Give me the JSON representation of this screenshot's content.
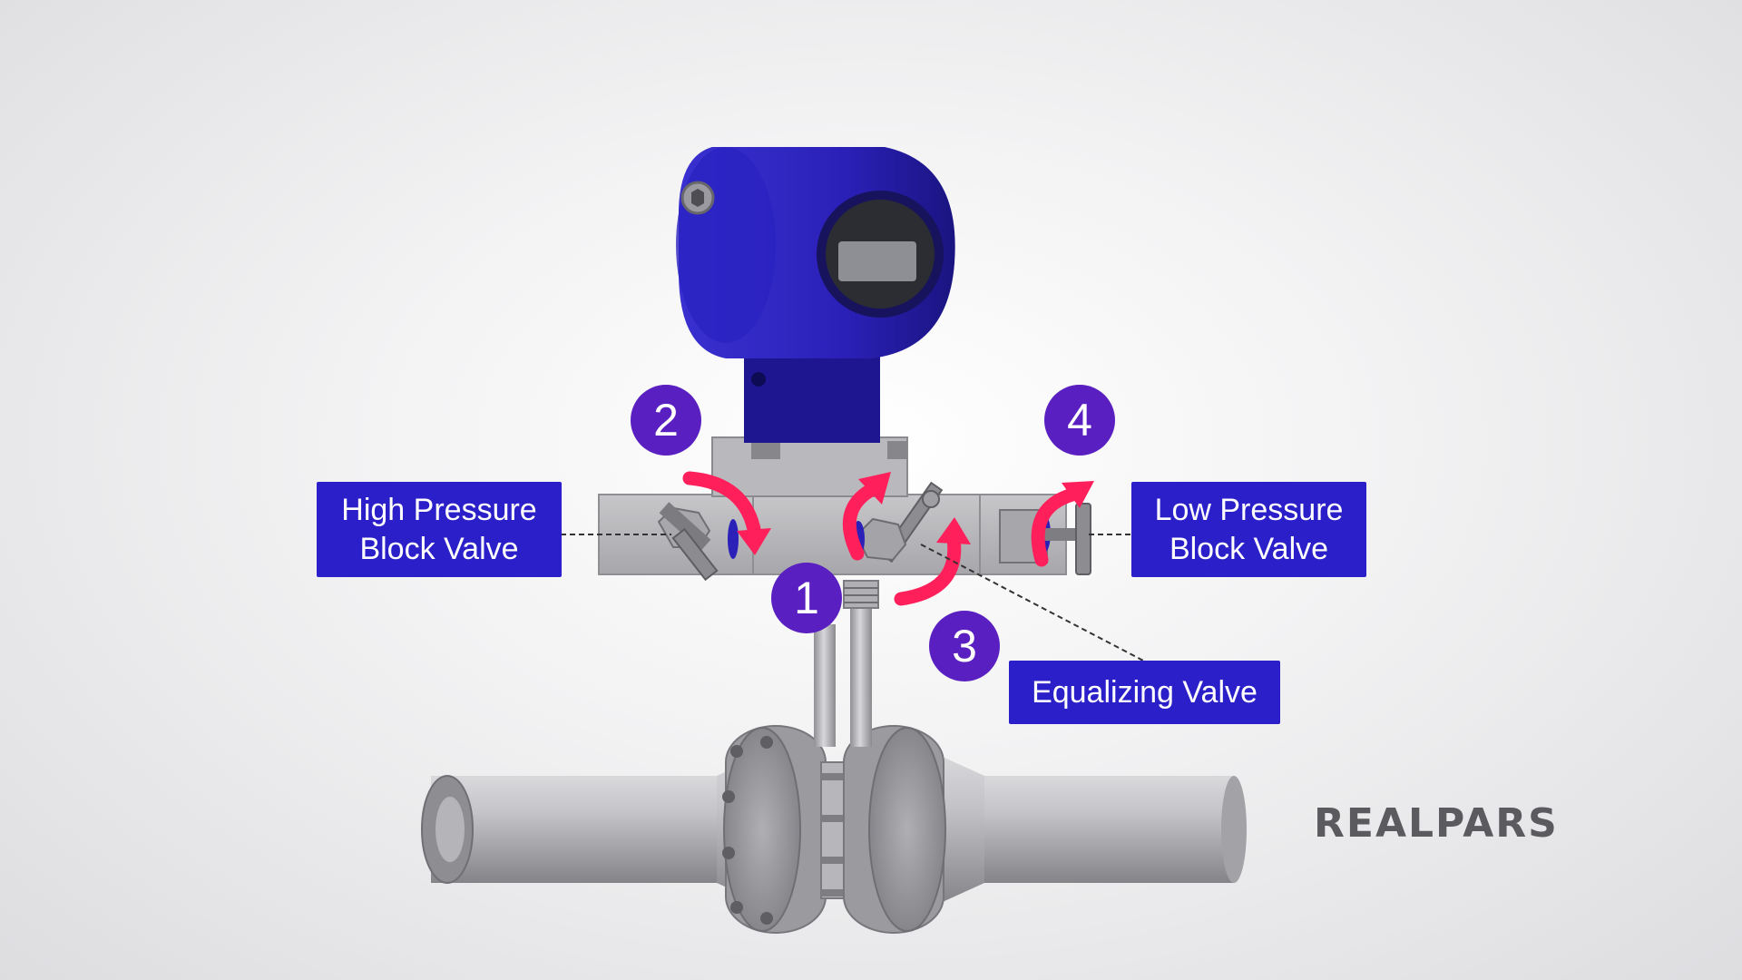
{
  "labels": {
    "high_pressure_block_valve": [
      "High Pressure",
      "Block Valve"
    ],
    "low_pressure_block_valve": [
      "Low Pressure",
      "Block Valve"
    ],
    "equalizing_valve": [
      "Equalizing Valve"
    ]
  },
  "steps": {
    "step_1": "1",
    "step_2": "2",
    "step_3": "3",
    "step_4": "4"
  },
  "brand": {
    "logo_text": "REALPARS"
  },
  "colors": {
    "label_background": "#2a1fc8",
    "step_badge": "#5a1fc0",
    "rotation_arrow": "#ff1f5a",
    "transmitter_housing": "#2b20b8",
    "metal": "#b8b8bc"
  },
  "icons": {
    "rotation_arrow": "curved-arrow-icon"
  }
}
